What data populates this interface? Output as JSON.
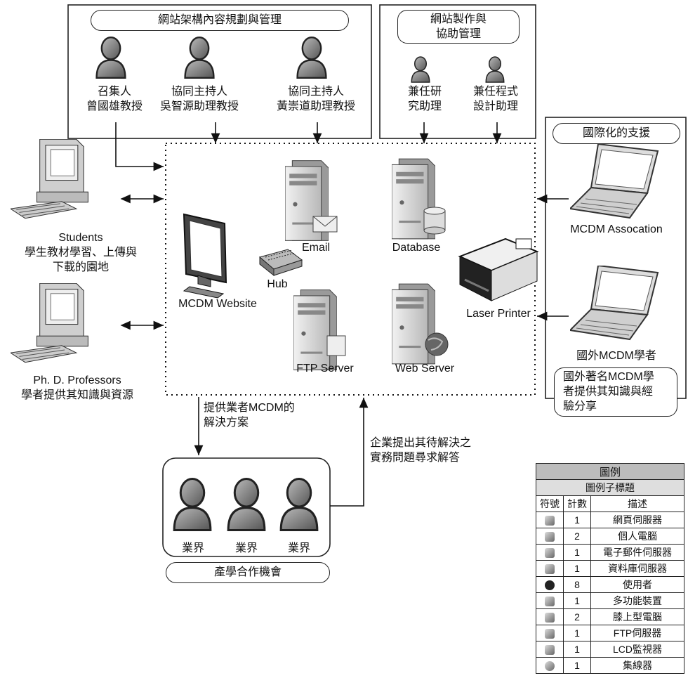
{
  "groups": {
    "planning": {
      "title": "網站架構內容規劃與管理",
      "people": [
        {
          "role": "召集人",
          "name": "曾國雄教授"
        },
        {
          "role": "協同主持人",
          "name": "吳智源助理教授"
        },
        {
          "role": "協同主持人",
          "name": "黃崇道助理教授"
        }
      ]
    },
    "production": {
      "title_line1": "網站製作與",
      "title_line2": "協助管理",
      "people": [
        {
          "line1": "兼任研",
          "line2": "究助理"
        },
        {
          "line1": "兼任程式",
          "line2": "設計助理"
        }
      ]
    },
    "international": {
      "title": "國際化的支援",
      "laptops": [
        "MCDM Assocation",
        "國外MCDM學者"
      ],
      "note_lines": [
        "國外著名MCDM學",
        "者提供其知識與經",
        "驗分享"
      ]
    }
  },
  "clients": {
    "students": {
      "line1": "Students",
      "line2": "學生教材學習、上傳與",
      "line3": "下載的園地"
    },
    "professors": {
      "line1": "Ph. D. Professors",
      "line2": "學者提供其知識與資源"
    }
  },
  "devices": {
    "website": "MCDM Website",
    "hub": "Hub",
    "email": "Email",
    "database": "Database",
    "printer": "Laser Printer",
    "ftp": "FTP Server",
    "web": "Web Server"
  },
  "industry": {
    "members": [
      "業界",
      "業界",
      "業界"
    ],
    "title": "產學合作機會",
    "down_line1": "提供業者MCDM的",
    "down_line2": "解決方案",
    "up_line1": "企業提出其待解決之",
    "up_line2": "實務問題尋求解答"
  },
  "legend": {
    "title": "圖例",
    "subtitle": "圖例子標題",
    "headers": [
      "符號",
      "計數",
      "描述"
    ],
    "rows": [
      {
        "icon": "web-server-icon",
        "count": "1",
        "desc": "網頁伺服器"
      },
      {
        "icon": "pc-icon",
        "count": "2",
        "desc": "個人電腦"
      },
      {
        "icon": "email-server-icon",
        "count": "1",
        "desc": "電子郵件伺服器"
      },
      {
        "icon": "database-server-icon",
        "count": "1",
        "desc": "資料庫伺服器"
      },
      {
        "icon": "user-icon",
        "count": "8",
        "desc": "使用者"
      },
      {
        "icon": "multifunction-device-icon",
        "count": "1",
        "desc": "多功能裝置"
      },
      {
        "icon": "laptop-icon",
        "count": "2",
        "desc": "膝上型電腦"
      },
      {
        "icon": "ftp-server-icon",
        "count": "1",
        "desc": "FTP伺服器"
      },
      {
        "icon": "lcd-monitor-icon",
        "count": "1",
        "desc": "LCD監視器"
      },
      {
        "icon": "hub-icon",
        "count": "1",
        "desc": "集線器"
      }
    ]
  }
}
